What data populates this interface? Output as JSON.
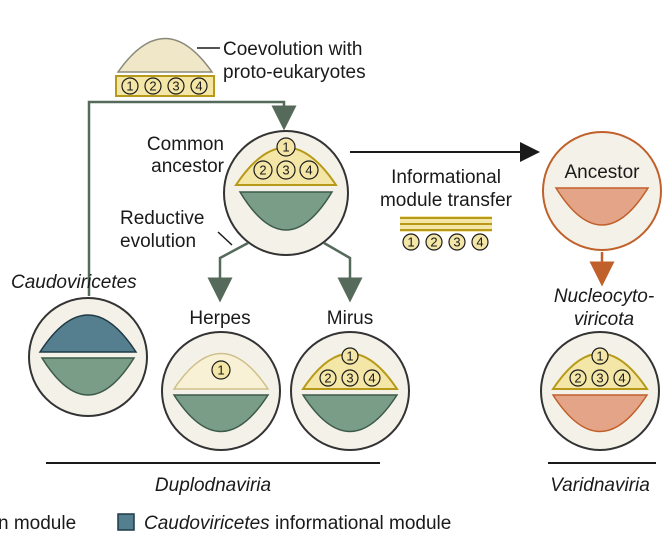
{
  "labels": {
    "coevolution_line1": "Coevolution with",
    "coevolution_line2": "proto-eukaryotes",
    "common_ancestor_line1": "Common",
    "common_ancestor_line2": "ancestor",
    "reductive_line1": "Reductive",
    "reductive_line2": "evolution",
    "caudoviricetes": "Caudoviricetes",
    "herpes": "Herpes",
    "mirus": "Mirus",
    "informational_line1": "Informational",
    "informational_line2": "module transfer",
    "ancestor": "Ancestor",
    "nucleocyto_line1": "Nucleocyto-",
    "nucleocyto_line2": "viricota",
    "duplodnaviria": "Duplodnaviria",
    "varidnaviria": "Varidnaviria"
  },
  "module_numbers": [
    "1",
    "2",
    "3",
    "4"
  ],
  "legend": {
    "item1_text": "n module",
    "item2_italic": "Caudoviricetes",
    "item2_text": " informational module"
  },
  "colors": {
    "eukaryote_module": "#f0e6c8",
    "yellow_module": "#f4e6a6",
    "gold": "#b89a1a",
    "green_module": "#7a9d88",
    "blue_module": "#557f8e",
    "salmon": "#e4a488",
    "orange": "#c0602a",
    "circle_fill": "#f4f1e8",
    "arrow_gray": "#556a5a"
  }
}
